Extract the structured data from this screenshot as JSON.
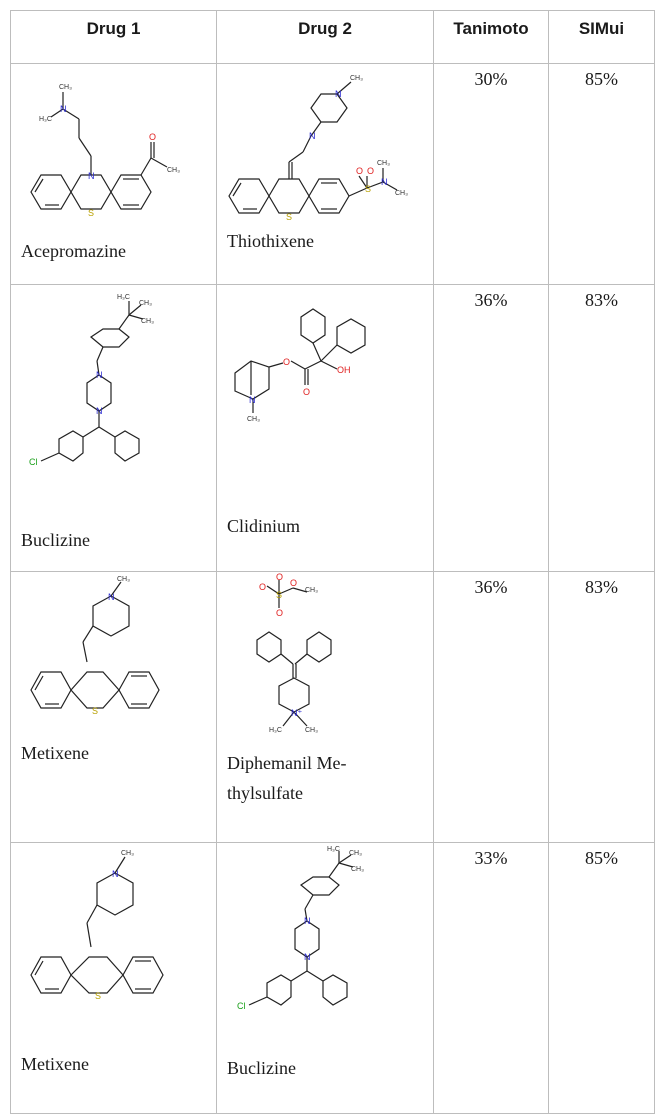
{
  "table": {
    "headers": {
      "drug1": "Drug 1",
      "drug2": "Drug 2",
      "tanimoto": "Tanimoto",
      "simui": "SIMui"
    },
    "rows": [
      {
        "drug1": "Acepromazine",
        "drug2": "Thiothixene",
        "tanimoto": "30%",
        "simui": "85%"
      },
      {
        "drug1": "Buclizine",
        "drug2": "Clidinium",
        "tanimoto": "36%",
        "simui": "83%"
      },
      {
        "drug1": "Metixene",
        "drug2_line1": "Diphemanil Me-",
        "drug2_line2": "thylsulfate",
        "tanimoto": "36%",
        "simui": "83%"
      },
      {
        "drug1": "Metixene",
        "drug2": "Buclizine",
        "tanimoto": "33%",
        "simui": "85%"
      }
    ]
  }
}
